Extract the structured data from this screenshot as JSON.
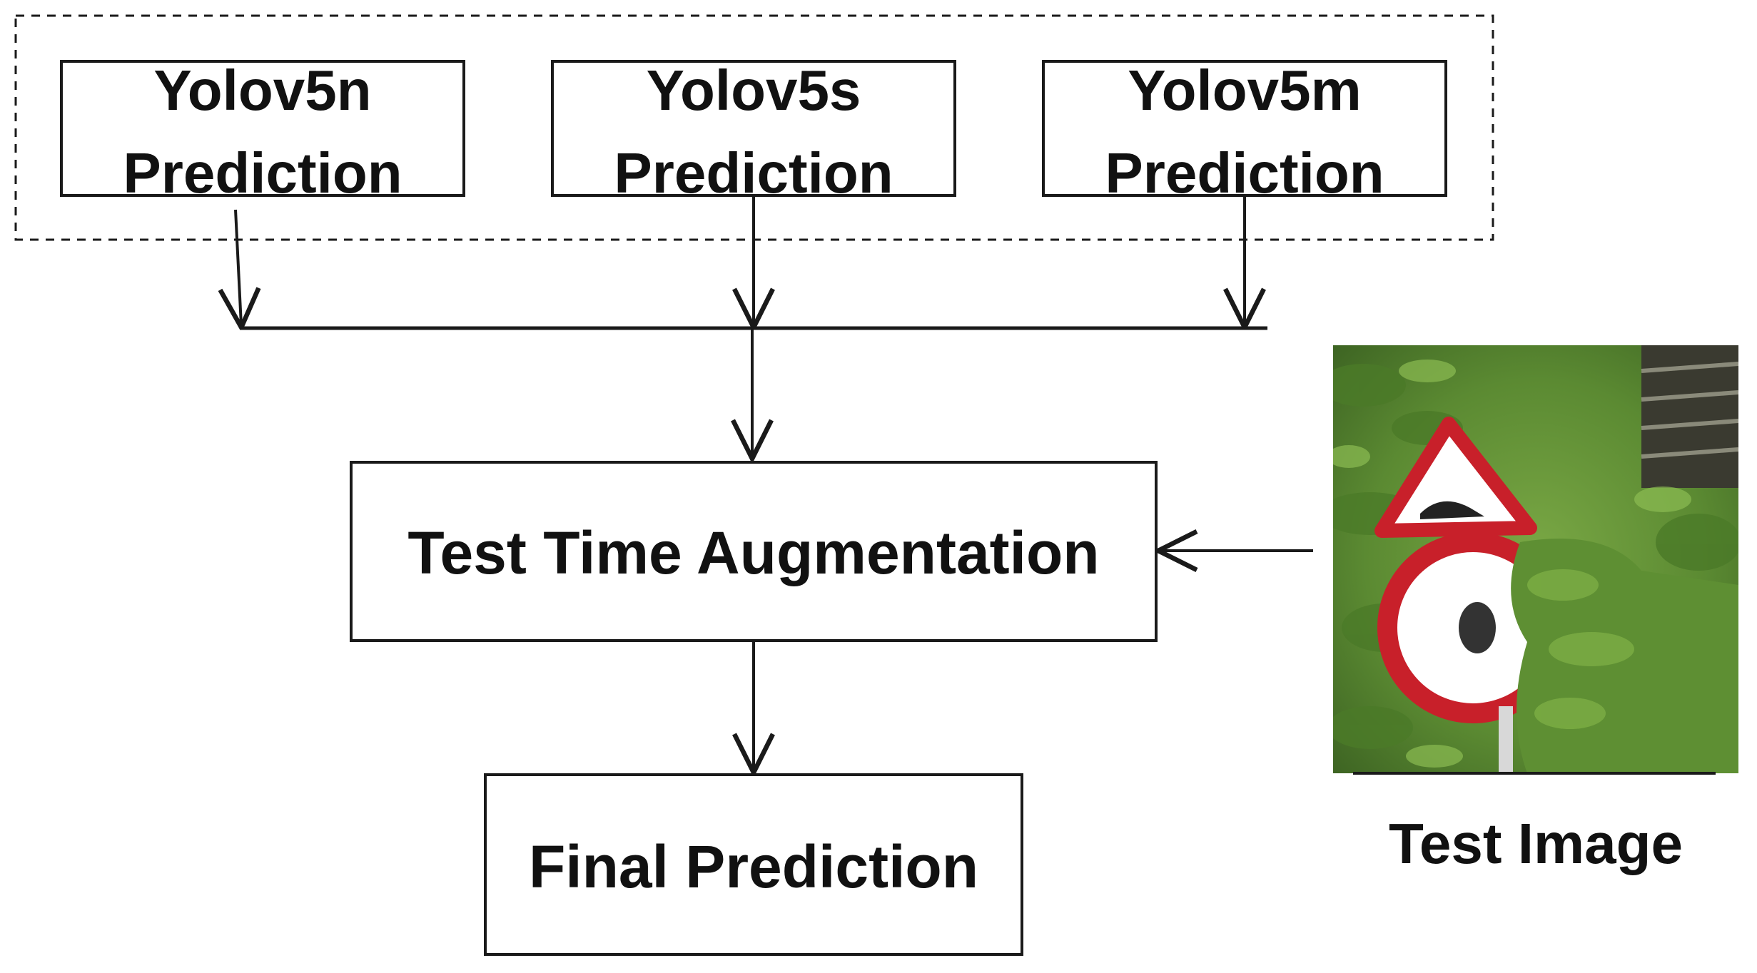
{
  "models": [
    {
      "line1": "Yolov5n",
      "line2": "Prediction"
    },
    {
      "line1": "Yolov5s",
      "line2": "Prediction"
    },
    {
      "line1": "Yolov5m",
      "line2": "Prediction"
    }
  ],
  "tta": {
    "label": "Test Time Augmentation"
  },
  "final": {
    "label": "Final Prediction"
  },
  "test_image": {
    "caption": "Test Image",
    "icon": "traffic-sign-photo-icon"
  },
  "colors": {
    "stroke": "#1a1a1a",
    "text": "#111111",
    "foliage": "#5d8a34",
    "sign_red": "#c8202a"
  }
}
